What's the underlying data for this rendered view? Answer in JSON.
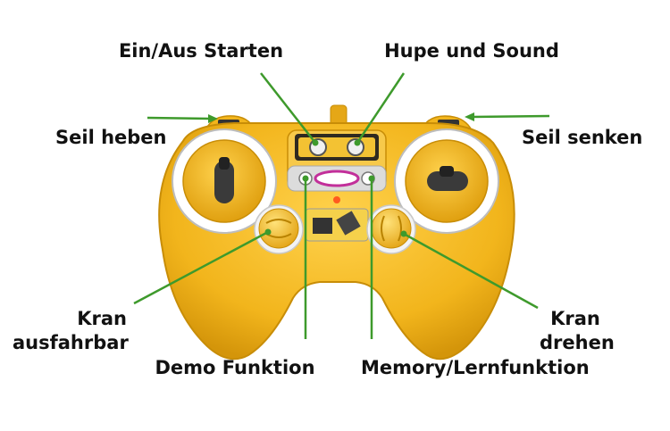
{
  "labels": {
    "ein_aus": "Ein/Aus Starten",
    "hupe": "Hupe und Sound",
    "seil_heben": "Seil heben",
    "seil_senken": "Seil senken",
    "kran_ausfahrbar_1": "Kran",
    "kran_ausfahrbar_2": "ausfahrbar",
    "kran_drehen_1": "Kran",
    "kran_drehen_2": "drehen",
    "demo": "Demo Funktion",
    "memory": "Memory/Lernfunktion"
  },
  "colors": {
    "body": "#f2b51c",
    "body_dark": "#d99a0c",
    "leader": "#3e9a2c",
    "ring": "#e8e8e8",
    "text": "#111111"
  }
}
